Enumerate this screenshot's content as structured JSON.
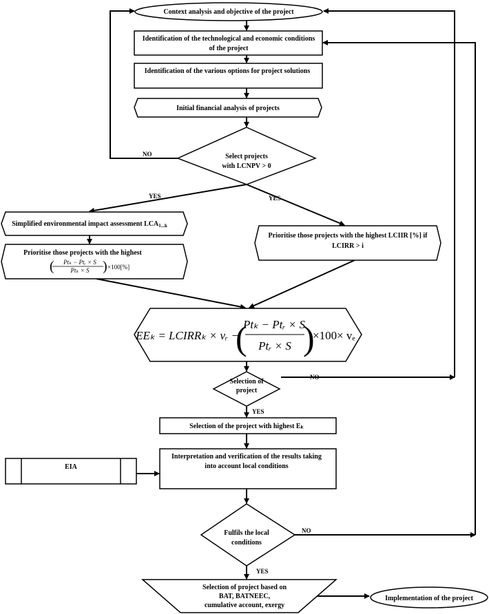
{
  "nodes": {
    "start": "Context analysis and objective of the project",
    "tech_line1": "Identification of the technological and economic conditions",
    "tech_line2": "of the project",
    "options": "Identification of the various options for project solutions",
    "financial": "Initial financial analysis of projects",
    "select_line1": "Select projects",
    "select_line2": "with LCNPV > 0",
    "lca": "Simplified environmental impact assessment LCA",
    "lca_sub": "1...k",
    "prio_left_line1": "Prioritise those projects with the highest",
    "prio_left_formula_num": "Ptₖ − Ptᵣ × S",
    "prio_left_formula_den": "Ptₖ × S",
    "prio_left_formula_suffix": "×100[%]",
    "prio_right_line1": "Prioritise  those projects with the highest LCIIR [%] if",
    "prio_right_line2": "LCIRR > i",
    "ee_formula_left": "EEₖ = LCIRRₖ × vᵣ −",
    "ee_formula_num": "Ptₖ − Ptᵣ × S",
    "ee_formula_den": "Ptᵣ × S",
    "ee_formula_right": "×100× vₑ",
    "selection_line1": "Selection of",
    "selection_line2": "project",
    "highest": "Selection of the project with highest Eₖ",
    "interp_line1": "Interpretation and verification of the results taking",
    "interp_line2": "into account local conditions",
    "eia": "EIA",
    "fulfils_line1": "Fulfils the local",
    "fulfils_line2": "conditions",
    "final_line1": "Selection of project based on",
    "final_line2": "BAT, BATNEEC,",
    "final_line3": "cumulative account, exergy",
    "implementation": "Implementation of the project"
  },
  "labels": {
    "no1": "NO",
    "yes_left": "YES",
    "yes_right": "YES",
    "no2": "NO",
    "yes2": "YES",
    "no3": "NO",
    "yes3": "YES"
  },
  "colors": {
    "implementation_text": "#ff0000",
    "lines": "#000000"
  }
}
